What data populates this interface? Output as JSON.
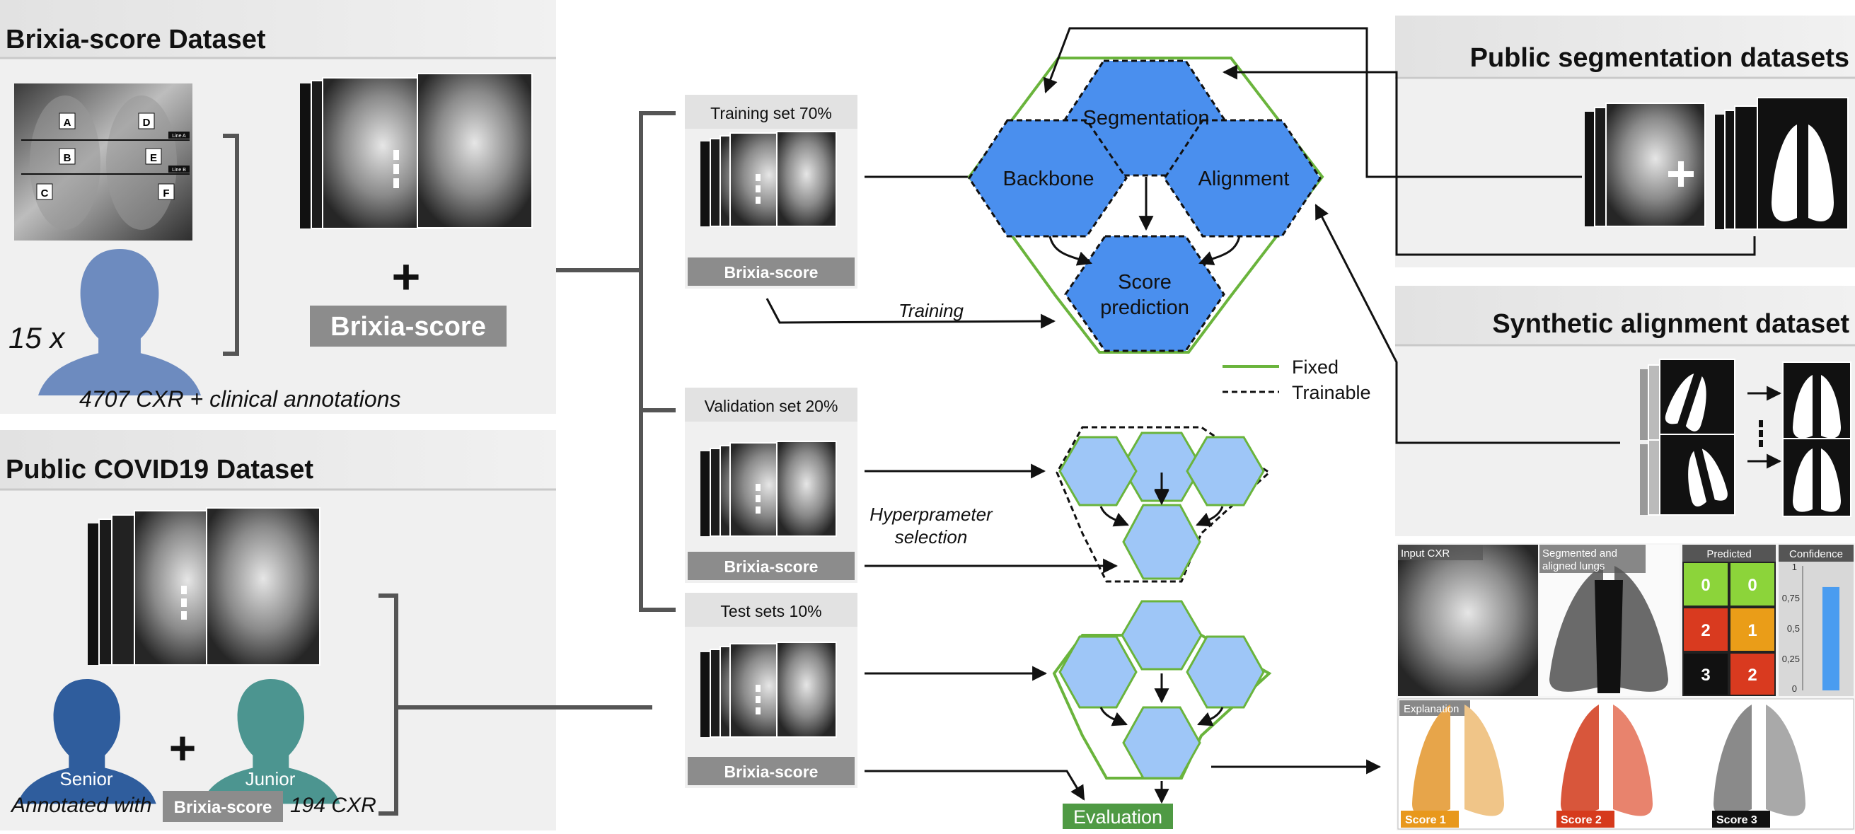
{
  "brixia_dataset": {
    "title": "Brixia-score Dataset",
    "zone_labels": [
      "A",
      "B",
      "C",
      "D",
      "E",
      "F"
    ],
    "line_labels": [
      "Line A",
      "Line B"
    ],
    "plus": "+",
    "badge": "Brixia-score",
    "annotators": "15 x",
    "caption": "4707 CXR + clinical annotations"
  },
  "covid_dataset": {
    "title": "Public COVID19 Dataset",
    "plus": "+",
    "senior_label": "Senior",
    "junior_label": "Junior",
    "annotated_with": "Annotated with",
    "badge": "Brixia-score",
    "count": "194 CXR"
  },
  "splits": [
    {
      "label": "Training set 70%",
      "badge": "Brixia-score"
    },
    {
      "label": "Validation set 20%",
      "badge": "Brixia-score"
    },
    {
      "label": "Test sets 10%",
      "badge": "Brixia-score"
    }
  ],
  "model": {
    "segmentation": "Segmentation",
    "backbone": "Backbone",
    "alignment": "Alignment",
    "score_line1": "Score",
    "score_line2": "prediction"
  },
  "flow_labels": {
    "training": "Training",
    "hyper_line1": "Hyperprameter",
    "hyper_line2": "selection",
    "evaluation": "Evaluation"
  },
  "legend": {
    "fixed": "Fixed",
    "trainable": "Trainable"
  },
  "right_panels": {
    "segmentation_title": "Public segmentation datasets",
    "alignment_title": "Synthetic alignment dataset"
  },
  "results": {
    "input_label": "Input CXR",
    "seg_label_line1": "Segmented and",
    "seg_label_line2": "aligned lungs",
    "predicted_label": "Predicted",
    "predicted_grid": [
      [
        "0",
        "0"
      ],
      [
        "2",
        "1"
      ],
      [
        "3",
        "2"
      ]
    ],
    "confidence_label": "Confidence",
    "confidence_ticks": [
      "1",
      "0,75",
      "0,5",
      "0,25",
      "0"
    ],
    "confidence_value": 0.83,
    "explanation_label": "Explanation",
    "scores": [
      "Score 1",
      "Score 2",
      "Score 3"
    ]
  },
  "colors": {
    "hex_blue": "#4a8fee",
    "hex_light": "#9ec6f7",
    "fixed_green": "#6ab43c",
    "eval_green": "#4f9a44",
    "badge_gray": "#8c8c8c",
    "pred_green": "#8cd43a",
    "pred_red": "#d93a1f",
    "pred_orange": "#ea9d18",
    "pred_black": "#111111"
  },
  "icons": [
    "person-head-icon",
    "xray-stack-icon",
    "lung-mask-icon",
    "heatmap-icon"
  ]
}
